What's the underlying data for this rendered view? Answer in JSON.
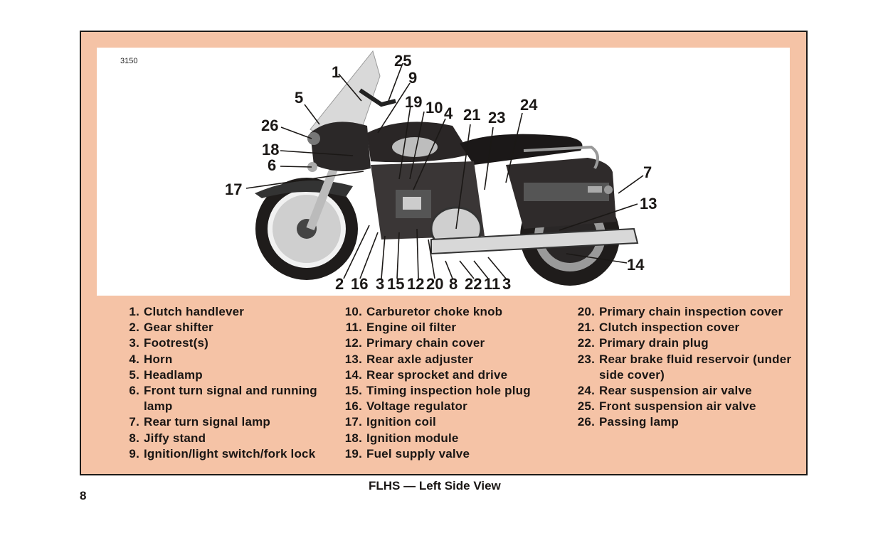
{
  "figure": {
    "number": "3150",
    "caption": "FLHS — Left Side View",
    "page_number": "8",
    "colors": {
      "panel": "#f5c3a6",
      "border": "#1d1a18",
      "photo_bg": "#ffffff"
    },
    "callouts_top": [
      "1",
      "25",
      "9",
      "19",
      "10",
      "4",
      "21",
      "23",
      "24",
      "5",
      "26",
      "18",
      "6",
      "17",
      "7",
      "13",
      "14"
    ],
    "callouts_bottom": [
      "2",
      "16",
      "3",
      "15",
      "12",
      "20",
      "8",
      "22",
      "11",
      "3"
    ]
  },
  "legend": {
    "col1": [
      {
        "num": "1.",
        "text": "Clutch handlever"
      },
      {
        "num": "2.",
        "text": "Gear shifter"
      },
      {
        "num": "3.",
        "text": "Footrest(s)"
      },
      {
        "num": "4.",
        "text": "Horn"
      },
      {
        "num": "5.",
        "text": "Headlamp"
      },
      {
        "num": "6.",
        "text": "Front turn signal and running lamp"
      },
      {
        "num": "7.",
        "text": "Rear turn signal lamp"
      },
      {
        "num": "8.",
        "text": "Jiffy stand"
      },
      {
        "num": "9.",
        "text": "Ignition/light switch/fork lock"
      }
    ],
    "col2": [
      {
        "num": "10.",
        "text": "Carburetor choke knob"
      },
      {
        "num": "11.",
        "text": "Engine oil filter"
      },
      {
        "num": "12.",
        "text": "Primary chain cover"
      },
      {
        "num": "13.",
        "text": "Rear axle adjuster"
      },
      {
        "num": "14.",
        "text": "Rear sprocket and drive"
      },
      {
        "num": "15.",
        "text": "Timing inspection hole plug"
      },
      {
        "num": "16.",
        "text": "Voltage regulator"
      },
      {
        "num": "17.",
        "text": "Ignition coil"
      },
      {
        "num": "18.",
        "text": "Ignition module"
      },
      {
        "num": "19.",
        "text": "Fuel supply valve"
      }
    ],
    "col3": [
      {
        "num": "20.",
        "text": "Primary chain inspection cover"
      },
      {
        "num": "21.",
        "text": "Clutch inspection cover"
      },
      {
        "num": "22.",
        "text": "Primary drain plug"
      },
      {
        "num": "23.",
        "text": "Rear brake fluid reservoir (under side cover)"
      },
      {
        "num": "24.",
        "text": "Rear suspension air valve"
      },
      {
        "num": "25.",
        "text": "Front suspension air valve"
      },
      {
        "num": "26.",
        "text": "Passing lamp"
      }
    ]
  }
}
